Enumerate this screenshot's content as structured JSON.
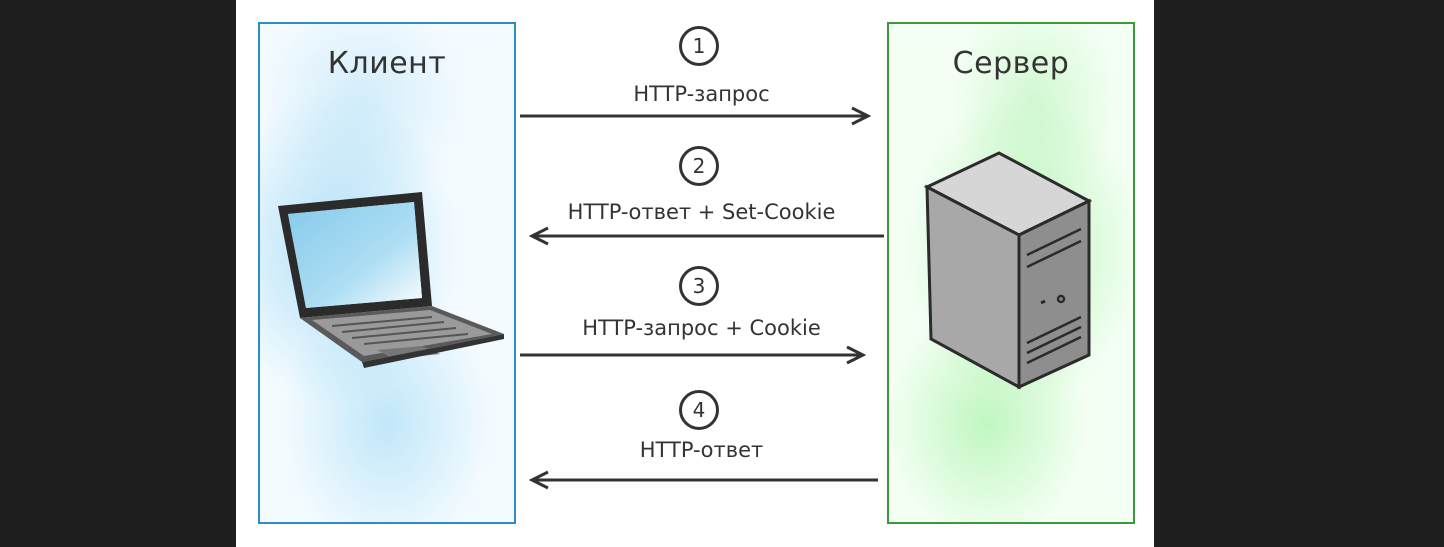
{
  "client": {
    "title": "Клиент",
    "icon": "laptop-icon",
    "accent": "#2e8ec4"
  },
  "server": {
    "title": "Сервер",
    "icon": "server-tower-icon",
    "accent": "#3a9a3a"
  },
  "steps": [
    {
      "number": "1",
      "label": "HTTP-запрос",
      "direction": "client-to-server"
    },
    {
      "number": "2",
      "label": "HTTP-ответ + Set-Cookie",
      "direction": "server-to-client"
    },
    {
      "number": "3",
      "label": "HTTP-запрос + Cookie",
      "direction": "client-to-server"
    },
    {
      "number": "4",
      "label": "HTTP-ответ",
      "direction": "server-to-client"
    }
  ]
}
